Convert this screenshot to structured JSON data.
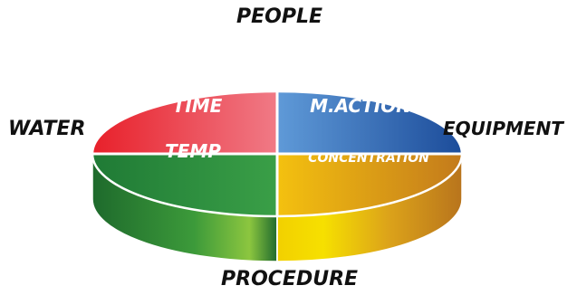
{
  "outer_labels": {
    "top": "PEOPLE",
    "left": "WATER",
    "right": "EQUIPMENT",
    "bottom": "PROCEDURE"
  },
  "segments": {
    "top_left": {
      "label": "TIME",
      "color": "#e0242d"
    },
    "top_right": {
      "label": "M.ACTION",
      "color": "#1f4fa0"
    },
    "bottom_left": {
      "label": "TEMP",
      "color": "#23873a"
    },
    "bottom_right": {
      "label": "CONCENTRATION",
      "color": "#d28a14"
    }
  }
}
